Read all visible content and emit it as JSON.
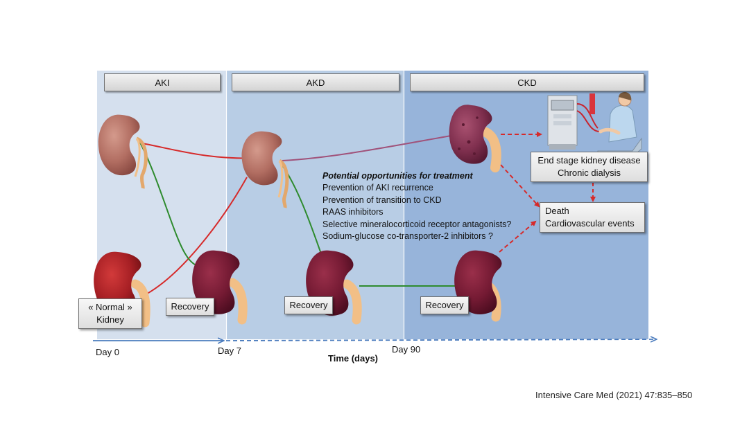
{
  "phases": [
    "AKI",
    "AKD",
    "CKD"
  ],
  "normal_kidney": [
    "« Normal »",
    "Kidney"
  ],
  "recovery_label": "Recovery",
  "outcomes": {
    "eskd": [
      "End stage kidney disease",
      "Chronic dialysis"
    ],
    "death": [
      "Death",
      "Cardiovascular events"
    ]
  },
  "treatment": {
    "heading": "Potential opportunities for treatment",
    "items": [
      "Prevention of  AKI recurrence",
      "Prevention of transition to CKD",
      "RAAS inhibitors",
      "Selective mineralocorticoid receptor antagonists?",
      "Sodium-glucose co-transporter-2 inhibitors ?"
    ]
  },
  "timeline": {
    "days": [
      "Day 0",
      "Day 7",
      "Day 90"
    ],
    "axis_label": "Time (days)"
  },
  "citation": "Intensive Care Med (2021) 47:835–850",
  "colors": {
    "aki_bg": "#d5e0ee",
    "akd_bg": "#b8cde5",
    "ckd_bg": "#97b4da",
    "worsening_path": "#d62a2a",
    "recovery_path": "#2e8b2e",
    "outcome_arrow": "#d62a2a",
    "timeline": "#4a7bbd"
  },
  "icons": [
    "kidney-normal-icon",
    "kidney-injured-icon",
    "kidney-diseased-icon",
    "kidney-recovered-icon",
    "dialysis-patient-icon"
  ]
}
